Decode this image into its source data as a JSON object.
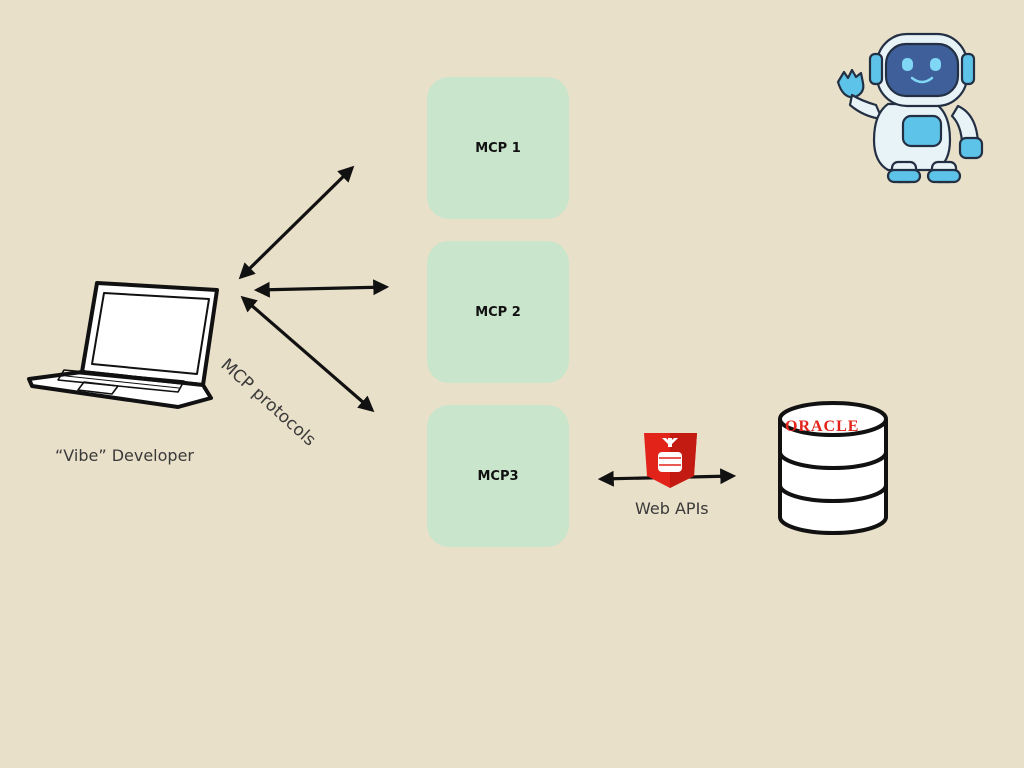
{
  "colors": {
    "background": "#E9E0C9",
    "box_fill": "#C9E5CB",
    "arrow": "#111111",
    "oracle_red": "#E2231A",
    "robot_blue": "#5EC3E8"
  },
  "boxes": [
    {
      "label": "MCP 1"
    },
    {
      "label": "MCP 2"
    },
    {
      "label": "MCP3"
    }
  ],
  "labels": {
    "developer": "“Vibe” Developer",
    "protocols": "MCP protocols",
    "web_apis": "Web APIs",
    "oracle_logo_text": "ORACLE"
  },
  "icons": {
    "laptop": "laptop-icon",
    "robot": "robot-mascot-icon",
    "api_shield": "api-shield-icon",
    "database": "oracle-database-icon"
  }
}
